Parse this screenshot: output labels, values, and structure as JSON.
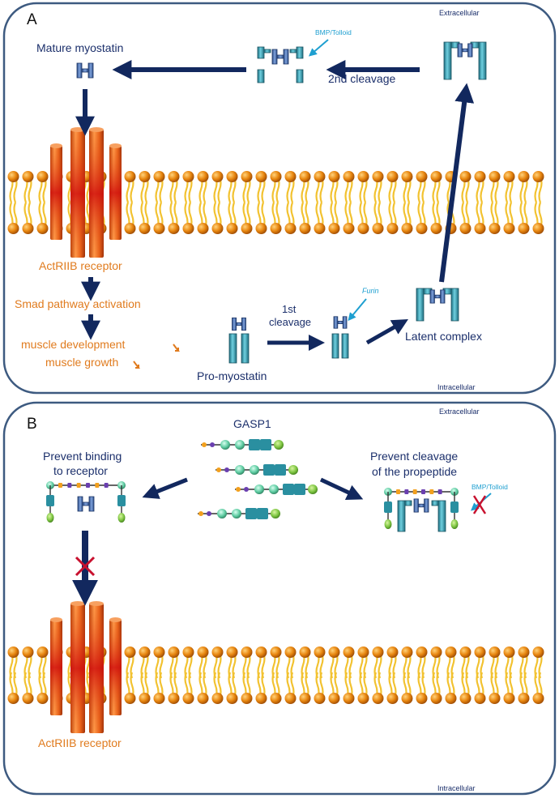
{
  "panel_a": {
    "label": "A",
    "extracellular": "Extracellular",
    "intracellular": "Intracellular",
    "mature_myostatin": "Mature myostatin",
    "bmp_tolloid": "BMP/Tolloid",
    "second_cleavage": "2nd cleavage",
    "receptor": "ActRIIB receptor",
    "smad": "Smad pathway activation",
    "muscle_development": "muscle development",
    "muscle_growth": "muscle growth",
    "first_cleavage_line1": "1st",
    "first_cleavage_line2": "cleavage",
    "furin": "Furin",
    "latent_complex": "Latent complex",
    "pro_myostatin": "Pro-myostatin"
  },
  "panel_b": {
    "label": "B",
    "extracellular": "Extracellular",
    "intracellular": "Intracellular",
    "gasp1": "GASP1",
    "prevent_binding_line1": "Prevent binding",
    "prevent_binding_line2": "to receptor",
    "prevent_cleavage_line1": "Prevent cleavage",
    "prevent_cleavage_line2": "of the propeptide",
    "bmp_tolloid": "BMP/Tolloid",
    "receptor": "ActRIIB receptor"
  },
  "colors": {
    "frame": "#3d5a80",
    "arrow": "#12285e",
    "orange_text": "#e07b1e",
    "navy_text": "#1b2f6b",
    "cyan_text": "#1e9fd0",
    "lipid_head": "#e8860f",
    "lipid_tail": "#f2c230",
    "receptor": "#e8621a",
    "teal": "#2e8fa0",
    "blue_dimer": "#3f67a8",
    "red_x": "#c8102e"
  }
}
